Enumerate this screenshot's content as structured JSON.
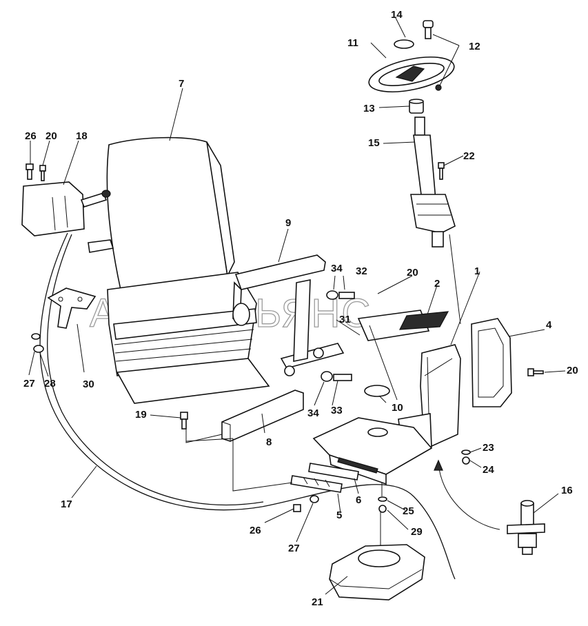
{
  "watermark": "АВТОАЛЬЯНС",
  "callouts": [
    "1",
    "2",
    "4",
    "5",
    "6",
    "7",
    "8",
    "9",
    "10",
    "11",
    "12",
    "13",
    "14",
    "15",
    "16",
    "17",
    "19",
    "20",
    "21",
    "22",
    "23",
    "24",
    "25",
    "26",
    "27",
    "28",
    "29",
    "30",
    "31",
    "32",
    "33",
    "34",
    "18"
  ],
  "labels": {
    "c1": "1",
    "c2": "2",
    "c4": "4",
    "c5": "5",
    "c6": "6",
    "c7": "7",
    "c8": "8",
    "c9": "9",
    "c10": "10",
    "c11": "11",
    "c12": "12",
    "c13": "13",
    "c14": "14",
    "c15": "15",
    "c16": "16",
    "c17": "17",
    "c18": "18",
    "c19": "19",
    "c20a": "20",
    "c20b": "20",
    "c20c": "20",
    "c21": "21",
    "c22": "22",
    "c23": "23",
    "c24": "24",
    "c25": "25",
    "c26a": "26",
    "c26b": "26",
    "c27a": "27",
    "c27b": "27",
    "c28": "28",
    "c29": "29",
    "c30": "30",
    "c31": "31",
    "c32": "32",
    "c33": "33",
    "c34a": "34",
    "c34b": "34"
  }
}
